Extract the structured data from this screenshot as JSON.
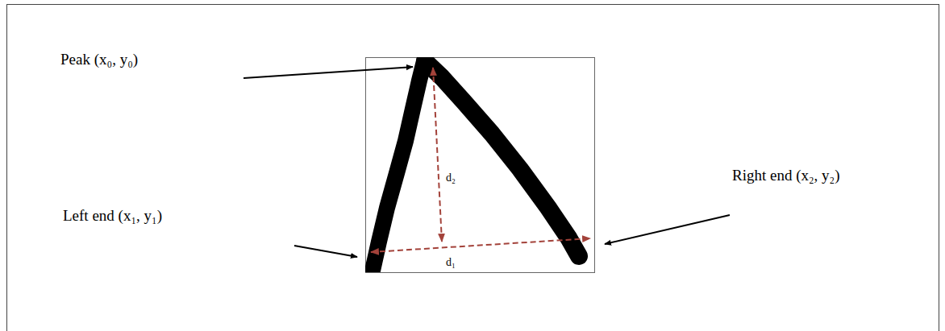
{
  "diagram": {
    "labels": [
      "Peak (x₀, y₀)",
      "d₂",
      "Left end (x₁, y₁)",
      "d₁",
      "Right end (x₂, y₂)"
    ]
  }
}
